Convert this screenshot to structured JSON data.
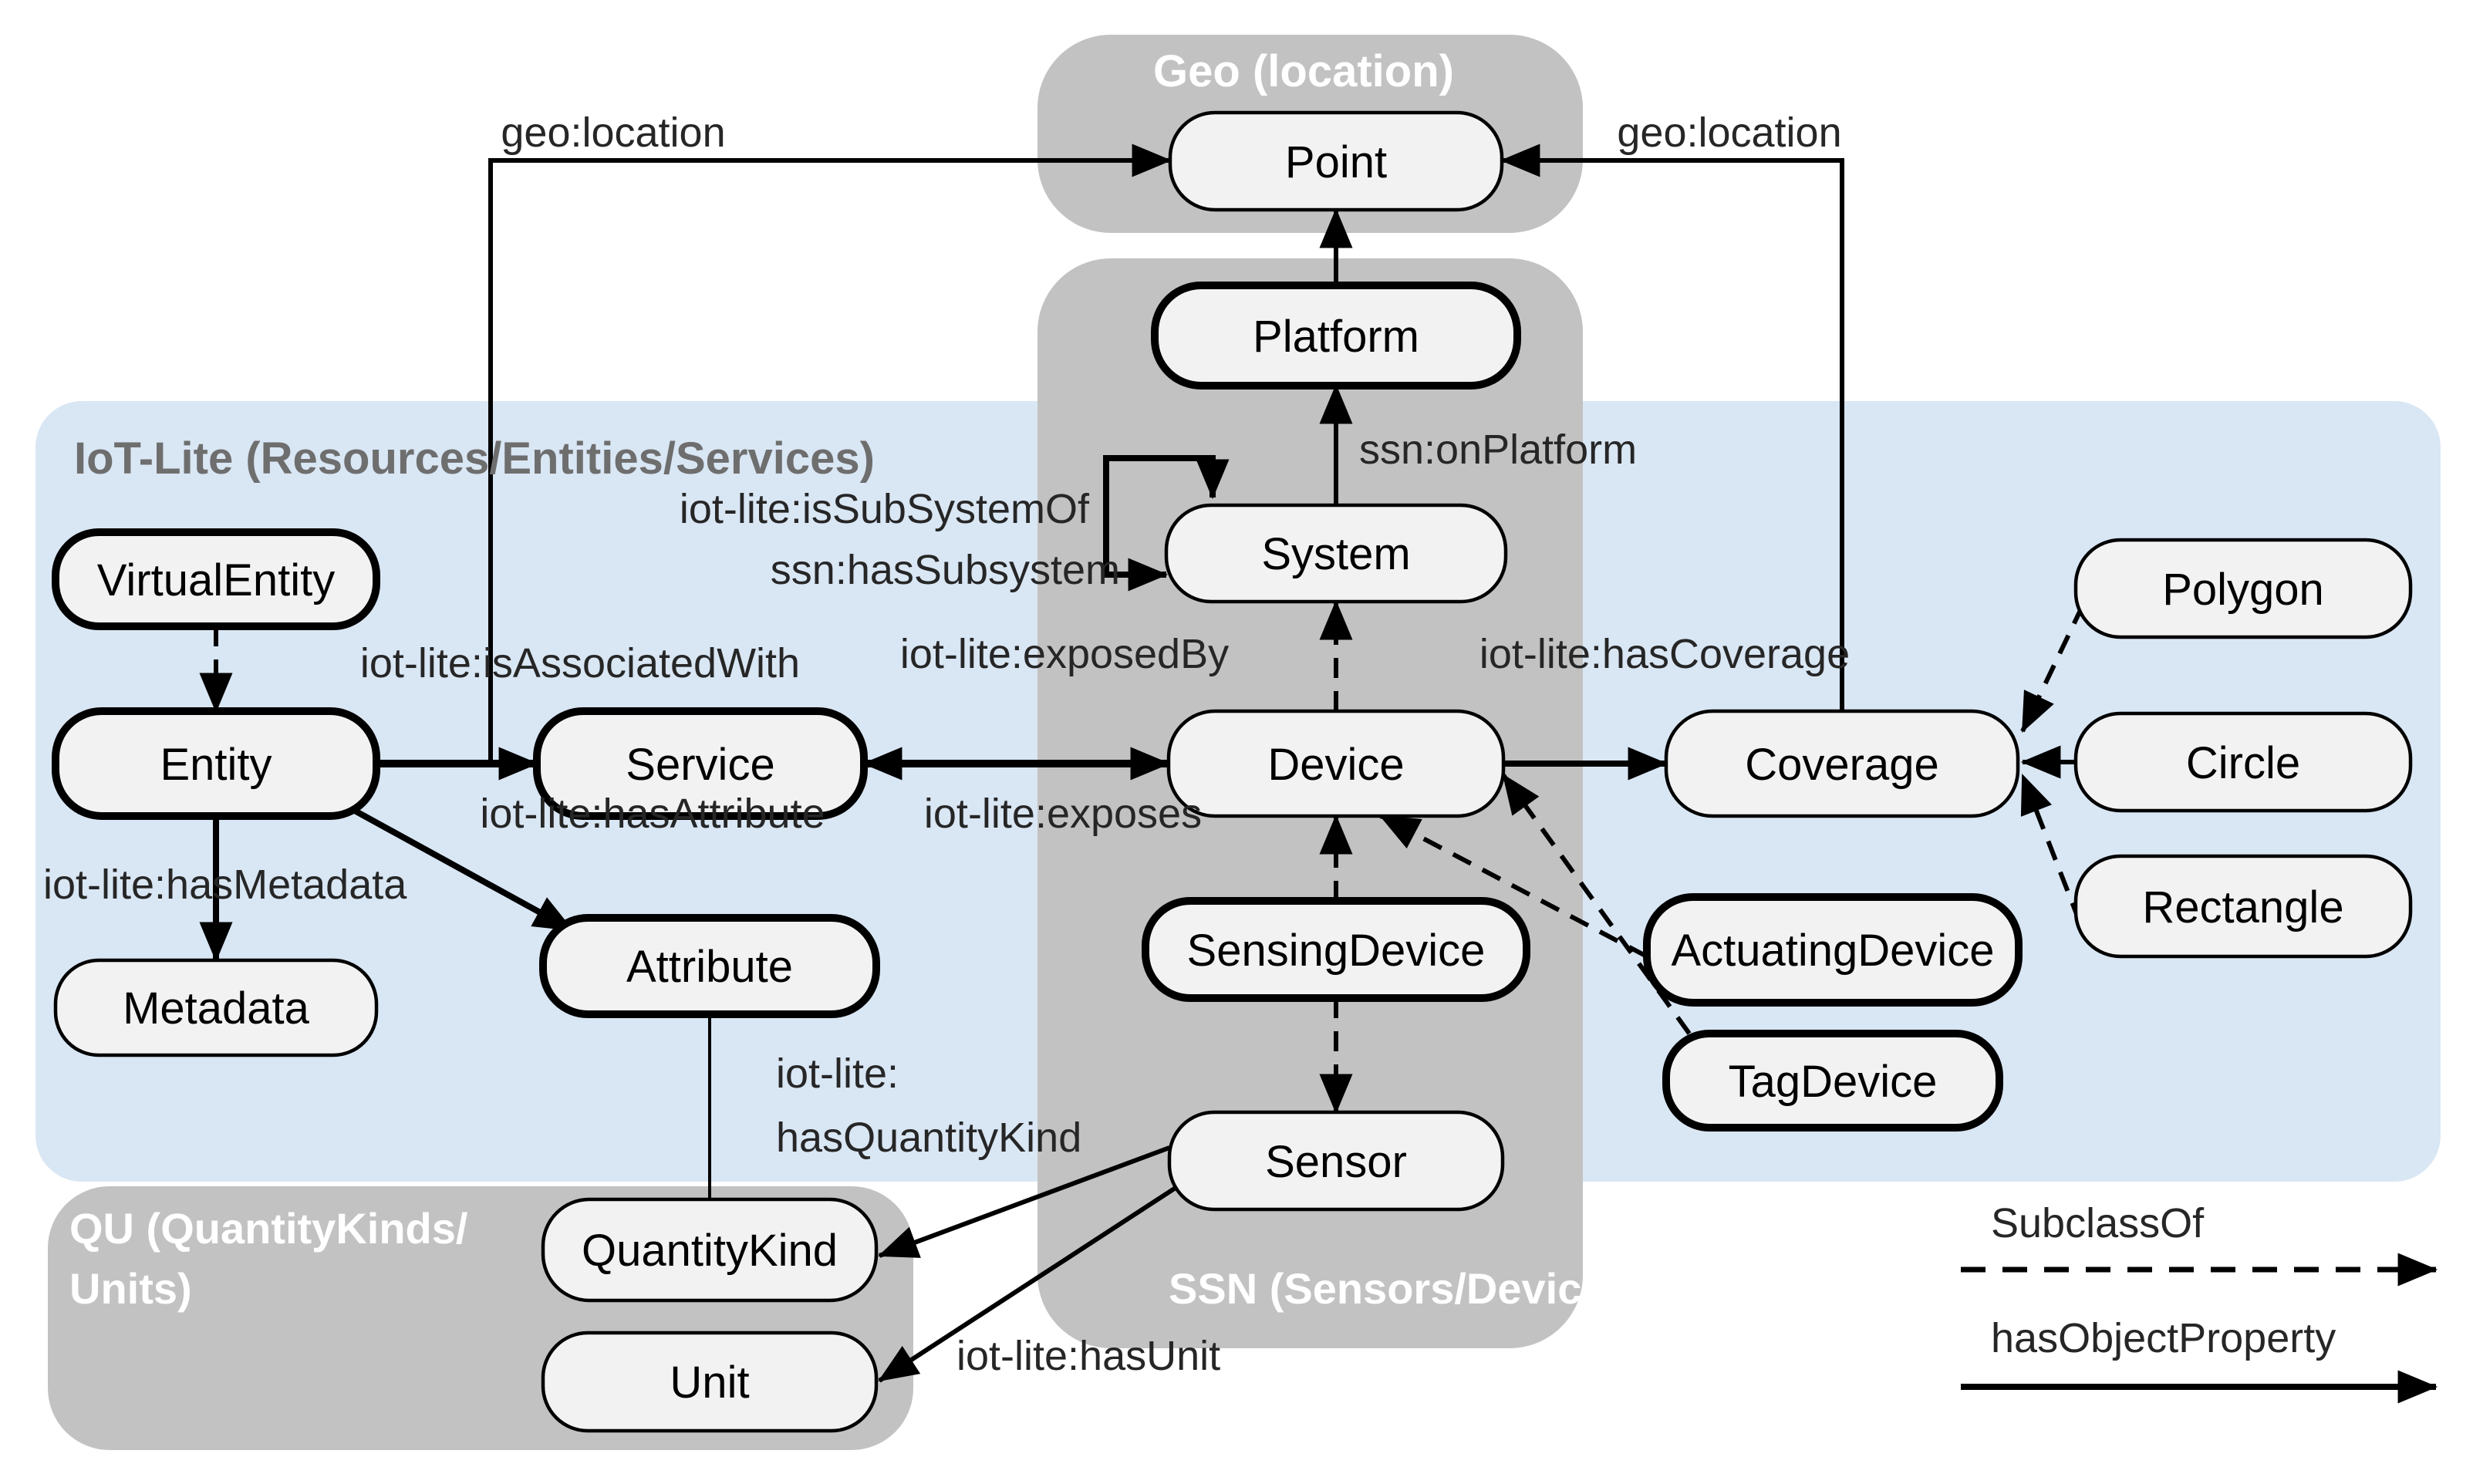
{
  "containers": {
    "geo": {
      "label": "Geo (location)"
    },
    "ssn": {
      "label": "SSN (Sensors/Devices)"
    },
    "iot_lite": {
      "label": "IoT-Lite (Resources/Entities/Services)"
    },
    "qu": {
      "label_line1": "QU (QuantityKinds/",
      "label_line2": "Units)"
    }
  },
  "nodes": {
    "point": {
      "label": "Point"
    },
    "platform": {
      "label": "Platform"
    },
    "system": {
      "label": "System"
    },
    "device": {
      "label": "Device"
    },
    "sensing_device": {
      "label": "SensingDevice"
    },
    "sensor": {
      "label": "Sensor"
    },
    "virtual_entity": {
      "label": "VirtualEntity"
    },
    "entity": {
      "label": "Entity"
    },
    "service": {
      "label": "Service"
    },
    "metadata": {
      "label": "Metadata"
    },
    "attribute": {
      "label": "Attribute"
    },
    "quantity_kind": {
      "label": "QuantityKind"
    },
    "unit": {
      "label": "Unit"
    },
    "coverage": {
      "label": "Coverage"
    },
    "polygon": {
      "label": "Polygon"
    },
    "circle": {
      "label": "Circle"
    },
    "rectangle": {
      "label": "Rectangle"
    },
    "actuating_device": {
      "label": "ActuatingDevice"
    },
    "tag_device": {
      "label": "TagDevice"
    }
  },
  "edge_labels": {
    "geo_location_left": "geo:location",
    "geo_location_right": "geo:location",
    "ssn_on_platform": "ssn:onPlatform",
    "iot_lite_is_subsystem_of": "iot-lite:isSubSystemOf",
    "ssn_has_subsystem": "ssn:hasSubsystem",
    "iot_lite_is_associated_with": "iot-lite:isAssociatedWith",
    "iot_lite_exposed_by": "iot-lite:exposedBy",
    "iot_lite_has_coverage": "iot-lite:hasCoverage",
    "iot_lite_exposes": "iot-lite:exposes",
    "iot_lite_has_attribute": "iot-lite:hasAttribute",
    "iot_lite_has_metadata": "iot-lite:hasMetadata",
    "iot_lite_has_quantity_kind_line1": "iot-lite:",
    "iot_lite_has_quantity_kind_line2": "hasQuantityKind",
    "iot_lite_has_unit": "iot-lite:hasUnit"
  },
  "legend": {
    "subclass_of": "SubclassOf",
    "has_object_property": "hasObjectProperty"
  },
  "colors": {
    "iot_lite_bg": "#d9e6f4",
    "module_bg": "#c2c2c2",
    "node_fill": "#f2f2f2",
    "node_border": "#000000",
    "label_text": "#262626",
    "iot_lite_header_text": "#6e6e6e",
    "module_header_text": "#ffffff"
  }
}
